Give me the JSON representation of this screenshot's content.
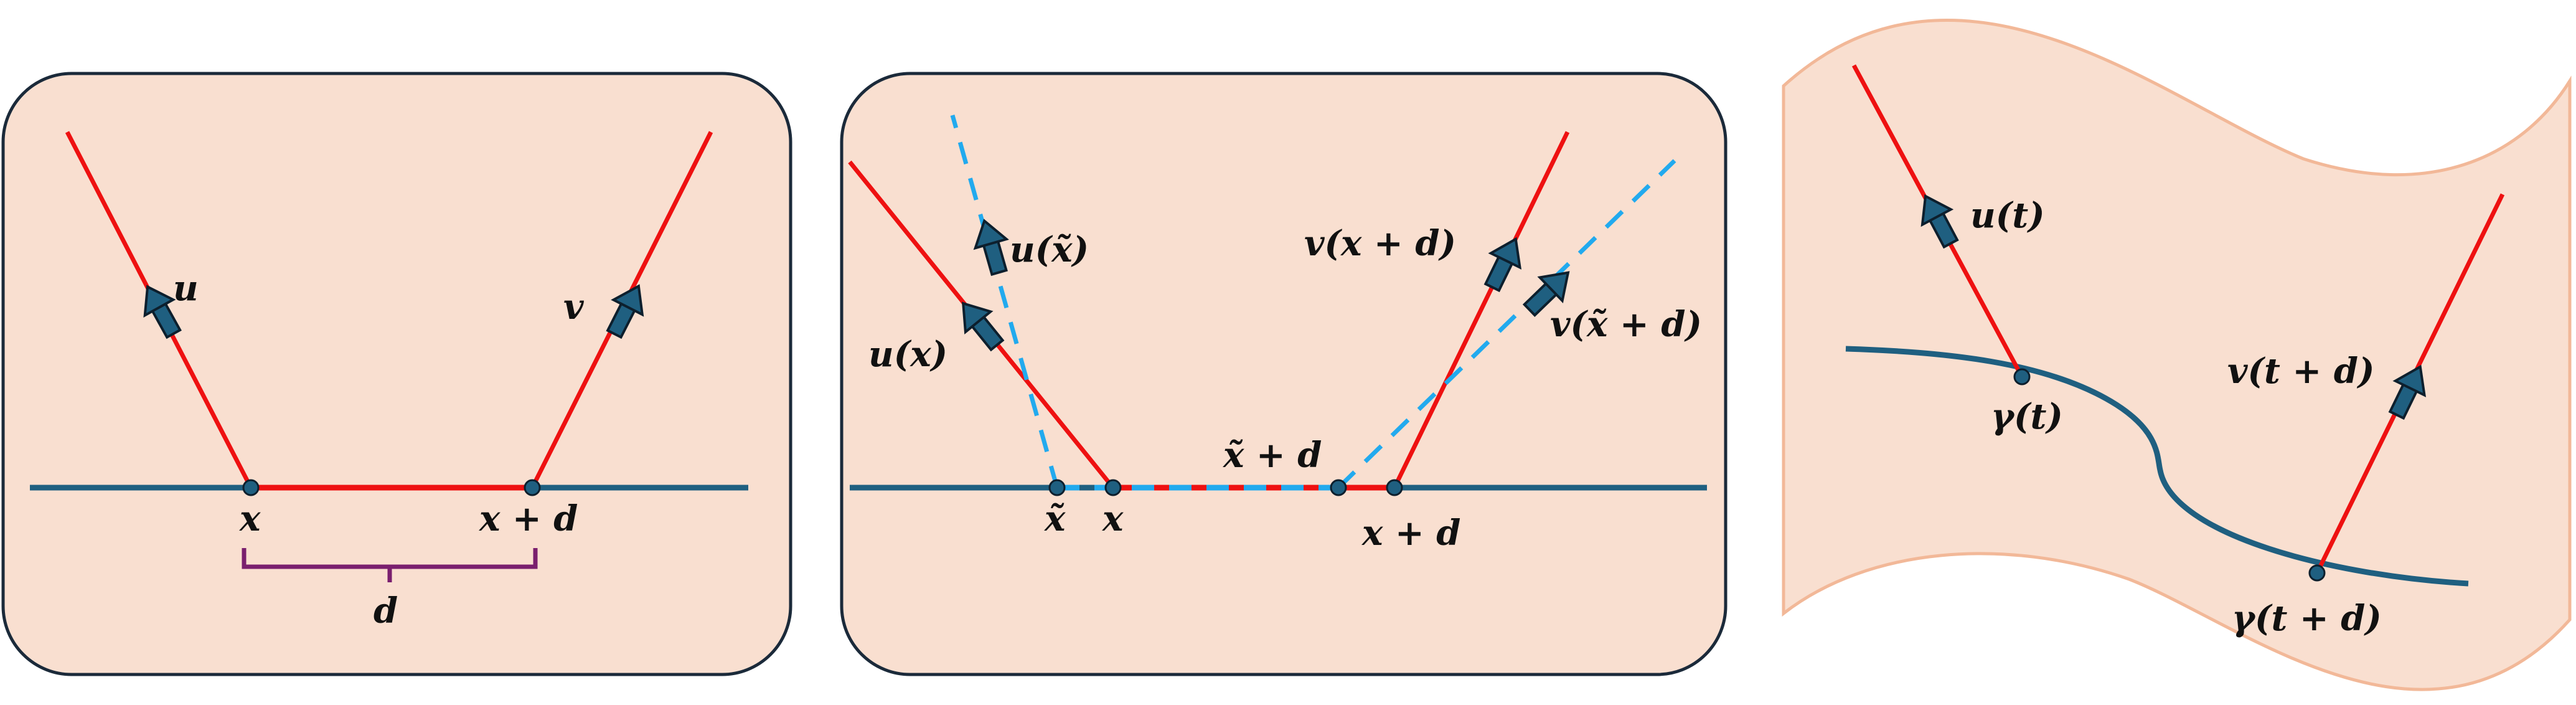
{
  "colors": {
    "panel_fill": "#f9dfd0",
    "panel_border": "#1b2a3a",
    "wavy_border": "#f2b898",
    "axis": "#1f5f80",
    "segment": "#ee1111",
    "dashed": "#22aaee",
    "arrow_fill": "#1f5f80",
    "arrow_stroke": "#0d1f2d",
    "bracket": "#7a1f6e"
  },
  "panel1": {
    "u": "u",
    "v": "v",
    "x": "x",
    "x_plus_d": "x + d",
    "d": "d"
  },
  "panel2": {
    "u_x": "u(x)",
    "u_xtilde": "u(x̃)",
    "v_x_plus_d": "v(x + d)",
    "v_xtilde_plus_d": "v(x̃ + d)",
    "xtilde_plus_d": "x̃ + d",
    "xtilde": "x̃",
    "x": "x",
    "x_plus_d": "x + d"
  },
  "panel3": {
    "u_t": "u(t)",
    "v_t_plus_d": "v(t + d)",
    "gamma_t": "γ(t)",
    "gamma_t_plus_d": "γ(t + d)"
  }
}
